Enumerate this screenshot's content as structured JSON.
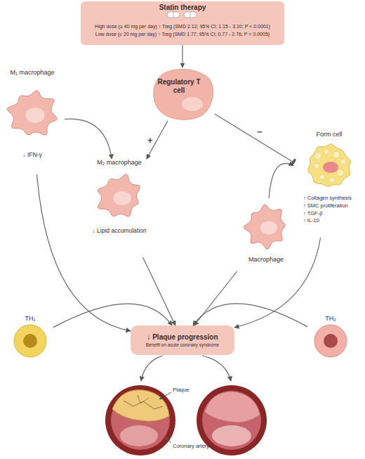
{
  "diagram": {
    "nodes": [
      {
        "text": [
          "Statin therapy",
          "High dose (≥ 40 mg per day) ↑ Treg (SMD 2.12; 95% CI; 1.15 - 3.10; P < 0.0001)",
          "Low dose (≤ 20 mg per day) ↑ Treg (SMD 1.77; 95% CI; 0.77 - 2.76; P = 0.0005)"
        ]
      },
      {
        "text": [
          "Regulatory T cell"
        ]
      },
      {
        "text": [
          "M₁ macrophage",
          "↓ IFN-γ"
        ]
      },
      {
        "text": [
          "M₂ macrophage",
          "↓ Lipid accumulation"
        ]
      },
      {
        "text": [
          "Macrophage"
        ]
      },
      {
        "text": [
          "Form cell",
          "↑ Collagen synthesis",
          "↑ SMC proliferation",
          "↑ TGF-β",
          "↑ IL-10"
        ]
      },
      {
        "text": [
          "TH₁"
        ]
      },
      {
        "text": [
          "↓ Plaque progression",
          "Benefit on acute coronary syndrome"
        ]
      },
      {
        "text": [
          "TH₂"
        ]
      }
    ],
    "edges": [
      {
        "from": 0,
        "to": 1,
        "arrow": "to"
      },
      {
        "from": 1,
        "to": 3,
        "label": "+",
        "arrow": "to"
      },
      {
        "from": 1,
        "to": 5,
        "label": "−",
        "arrow": "to"
      },
      {
        "from": 2,
        "to": 3,
        "arrow": "to"
      },
      {
        "from": 4,
        "to": 5,
        "arrow": "to"
      },
      {
        "from": 2,
        "to": 7,
        "arrow": "to"
      },
      {
        "from": 3,
        "to": 7,
        "arrow": "to"
      },
      {
        "from": 4,
        "to": 7,
        "arrow": "to"
      },
      {
        "from": 5,
        "to": 7,
        "arrow": "to"
      },
      {
        "from": 6,
        "to": 7,
        "arrow": "to"
      },
      {
        "from": 8,
        "to": 7,
        "arrow": "to"
      }
    ],
    "labels": [
      "Plaque",
      "Coronary artery"
    ]
  }
}
